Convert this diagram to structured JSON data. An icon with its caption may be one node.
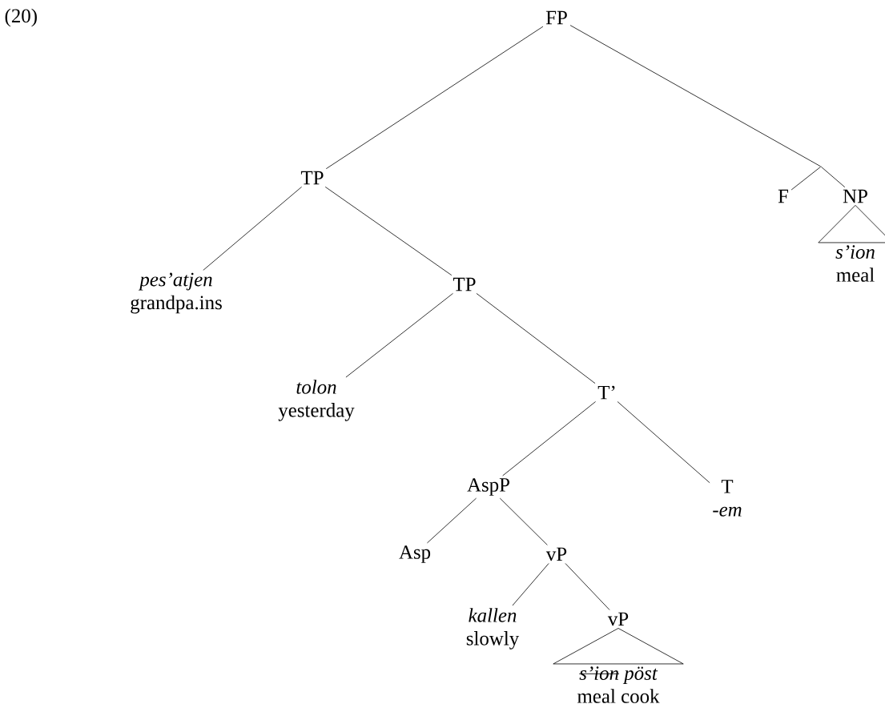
{
  "diagram": {
    "nodes": [
      {
        "text": [
          "FP"
        ]
      },
      {
        "text": [
          "TP"
        ]
      },
      {
        "text": [],
        "shape": "point"
      },
      {
        "text": [
          "F"
        ]
      },
      {
        "text": [
          "NP"
        ]
      },
      {
        "text": [
          "s’ion",
          "meal"
        ]
      },
      {
        "text": [
          "pes’atjen",
          "grandpa.ins"
        ]
      },
      {
        "text": [
          "TP"
        ]
      },
      {
        "text": [
          "tolon",
          "yesterday"
        ]
      },
      {
        "text": [
          "T’"
        ]
      },
      {
        "text": [
          "AspP"
        ]
      },
      {
        "text": [
          "T",
          "-*em*"
        ]
      },
      {
        "text": [
          "Asp"
        ]
      },
      {
        "text": [
          "vP"
        ]
      },
      {
        "text": [
          "kallen",
          "slowly"
        ]
      },
      {
        "text": [
          "vP"
        ]
      },
      {
        "text": [
          "s’ion",
          "pöst",
          "meal cook"
        ]
      }
    ],
    "edges": [
      {
        "from": 0,
        "to": 1,
        "arrow": "none"
      },
      {
        "from": 0,
        "to": 2,
        "arrow": "none"
      },
      {
        "from": 2,
        "to": 3,
        "arrow": "none"
      },
      {
        "from": 2,
        "to": 4,
        "arrow": "none"
      },
      {
        "from": 4,
        "to": 5,
        "arrow": "none"
      },
      {
        "from": 1,
        "to": 6,
        "arrow": "none"
      },
      {
        "from": 1,
        "to": 7,
        "arrow": "none"
      },
      {
        "from": 7,
        "to": 8,
        "arrow": "none"
      },
      {
        "from": 7,
        "to": 9,
        "arrow": "none"
      },
      {
        "from": 9,
        "to": 10,
        "arrow": "none"
      },
      {
        "from": 9,
        "to": 11,
        "arrow": "none"
      },
      {
        "from": 10,
        "to": 12,
        "arrow": "none"
      },
      {
        "from": 10,
        "to": 13,
        "arrow": "none"
      },
      {
        "from": 13,
        "to": 14,
        "arrow": "none"
      },
      {
        "from": 13,
        "to": 15,
        "arrow": "none"
      },
      {
        "from": 15,
        "to": 16,
        "arrow": "none"
      }
    ],
    "labels": [
      "(20)"
    ]
  }
}
